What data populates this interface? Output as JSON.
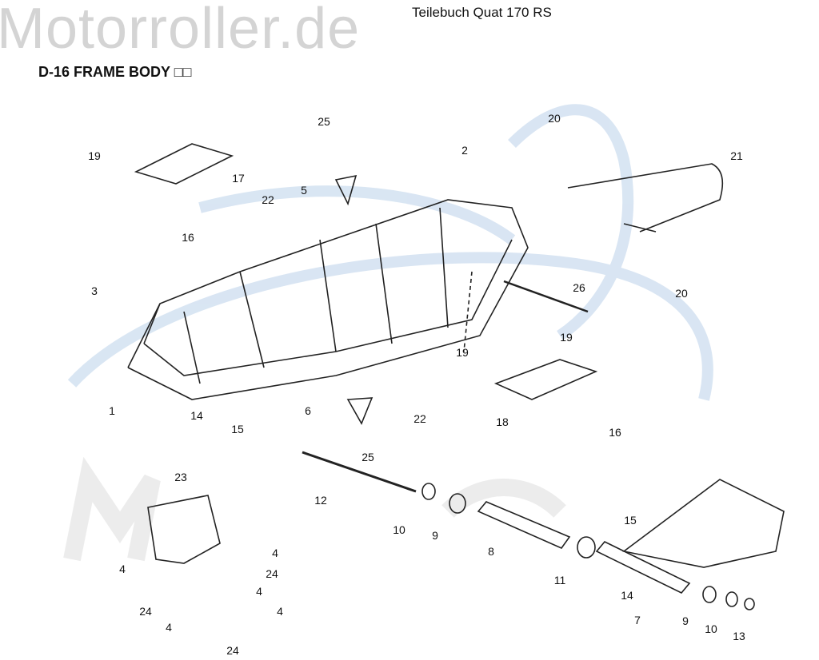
{
  "watermark": "Motorroller.de",
  "header": {
    "title": "Teilebuch Quat 170 RS",
    "section": "D-16 FRAME BODY □□"
  },
  "callouts": [
    "19",
    "17",
    "16",
    "25",
    "5",
    "22",
    "2",
    "20",
    "21",
    "3",
    "26",
    "20",
    "19",
    "19",
    "1",
    "14",
    "15",
    "6",
    "22",
    "25",
    "18",
    "16",
    "23",
    "12",
    "10",
    "9",
    "8",
    "15",
    "11",
    "14",
    "7",
    "9",
    "10",
    "13",
    "4",
    "4",
    "24",
    "4",
    "24",
    "4",
    "4",
    "24"
  ]
}
